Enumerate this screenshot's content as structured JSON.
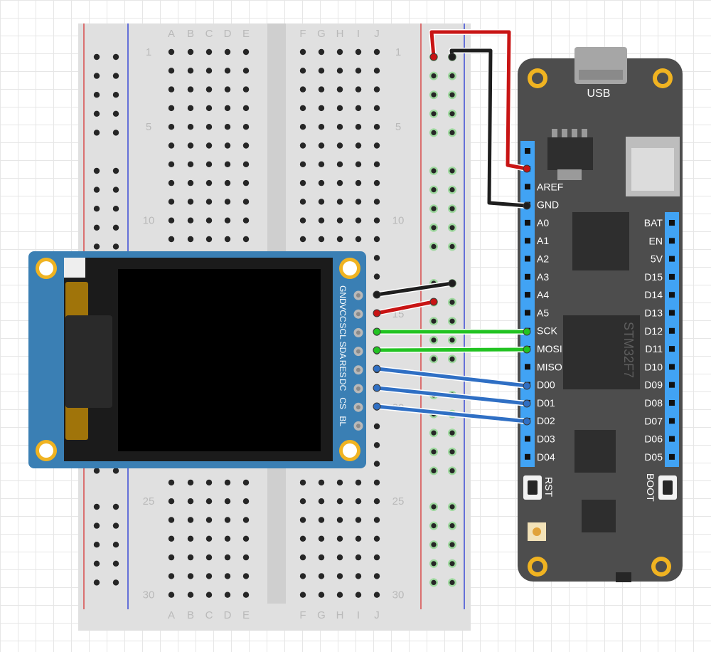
{
  "breadboard": {
    "column_letters_left": [
      "A",
      "B",
      "C",
      "D",
      "E"
    ],
    "column_letters_right": [
      "F",
      "G",
      "H",
      "I",
      "J"
    ],
    "row_numbers": [
      "1",
      "5",
      "10",
      "15",
      "20",
      "25",
      "30"
    ]
  },
  "lcd": {
    "pin_labels": [
      "GND",
      "VCC",
      "SCL",
      "SDA",
      "RES",
      "DC",
      "CS",
      "BL"
    ]
  },
  "board": {
    "usb_label": "USB",
    "chip_label": "STM32F7",
    "rst_label": "RST",
    "boot_label": "BOOT",
    "left_pin_labels": [
      "AREF",
      "GND",
      "A0",
      "A1",
      "A2",
      "A3",
      "A4",
      "A5",
      "SCK",
      "MOSI",
      "MISO",
      "D00",
      "D01",
      "D02",
      "D03",
      "D04"
    ],
    "right_pin_labels": [
      "BAT",
      "EN",
      "5V",
      "D15",
      "D14",
      "D13",
      "D12",
      "D11",
      "D10",
      "D09",
      "D08",
      "D07",
      "D06",
      "D05"
    ]
  },
  "colors": {
    "red_wire": "#c81414",
    "black_wire": "#1e1e1e",
    "green_wire": "#22c322",
    "blue_wire": "#2f6fc4",
    "board": "#4d4d4d",
    "header": "#41a3f4",
    "lcd_pcb": "#3a7fb4",
    "mount_hole": "#f0b321"
  }
}
